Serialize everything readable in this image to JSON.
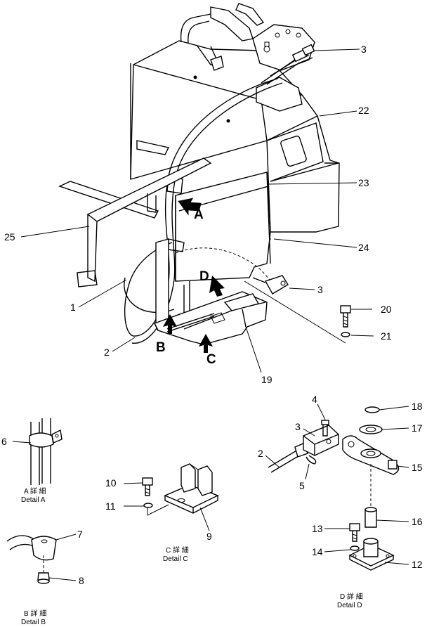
{
  "callouts": {
    "c1": "1",
    "c2": "2",
    "c3": "3",
    "c3b": "3",
    "c4": "4",
    "c5": "5",
    "c6": "6",
    "c7": "7",
    "c8": "8",
    "c9": "9",
    "c10": "10",
    "c11": "11",
    "c12": "12",
    "c13": "13",
    "c14": "14",
    "c15": "15",
    "c16": "16",
    "c17": "17",
    "c18": "18",
    "c19": "19",
    "c20": "20",
    "c21": "21",
    "c22": "22",
    "c23": "23",
    "c24": "24",
    "c25": "25",
    "c2b": "2",
    "c3c": "3"
  },
  "view_letters": {
    "a": "A",
    "b": "B",
    "c": "C",
    "d": "D"
  },
  "details": {
    "a": {
      "jp": "A 詳 細",
      "en": "Detail A"
    },
    "b": {
      "jp": "B 詳 細",
      "en": "Detail B"
    },
    "c": {
      "jp": "C 詳 細",
      "en": "Detail C"
    },
    "d": {
      "jp": "D 詳 細",
      "en": "Detail D"
    }
  }
}
